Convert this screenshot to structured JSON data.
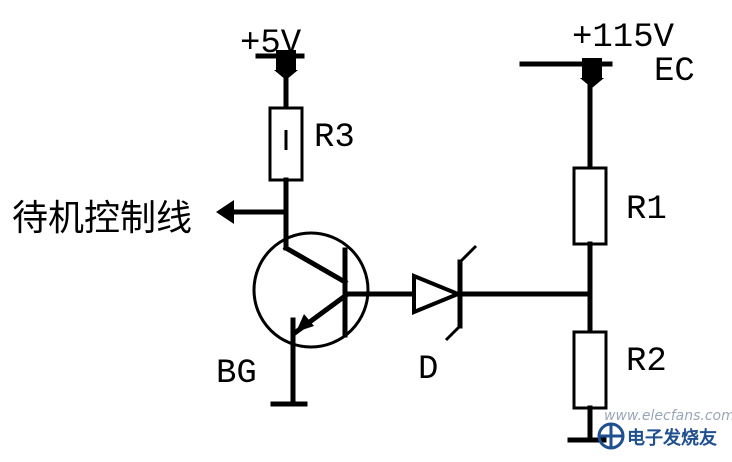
{
  "labels": {
    "v5": "+5V",
    "v115": "+115V",
    "ec": "EC",
    "r3": "R3",
    "r1": "R1",
    "r2": "R2",
    "standby": "待机控制线",
    "bg": "BG",
    "d": "D"
  },
  "watermark": {
    "brand": "电子发烧友",
    "site": "www.elecfans.com"
  },
  "colors": {
    "line": "#000000",
    "background": "#ffffff",
    "watermark": "#1f4f8f"
  }
}
